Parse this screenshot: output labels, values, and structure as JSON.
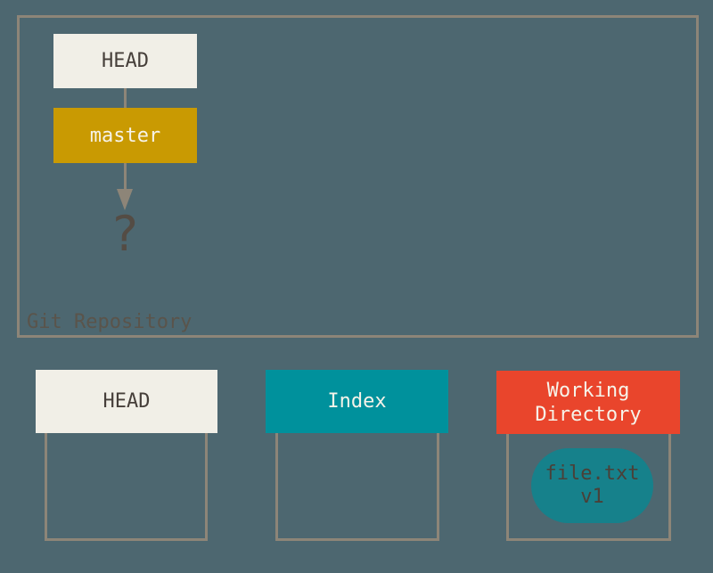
{
  "repository": {
    "label": "Git Repository",
    "head_label": "HEAD",
    "branch_label": "master",
    "pointer_target": "?"
  },
  "areas": {
    "head": {
      "label": "HEAD"
    },
    "index": {
      "label": "Index"
    },
    "working_directory": {
      "label_line1": "Working",
      "label_line2": "Directory",
      "file": {
        "name": "file.txt",
        "version": "v1"
      }
    }
  },
  "colors": {
    "background": "#4D6770",
    "outline": "#8D8578",
    "head_box": "#F1EFE7",
    "branch_box": "#C99A02",
    "index_box": "#00919C",
    "working_directory_box": "#E9452C",
    "file_blob": "#16818B",
    "dark_text": "#463F3A",
    "light_text": "#F6F3E9",
    "repo_label_text": "#5A544B"
  }
}
